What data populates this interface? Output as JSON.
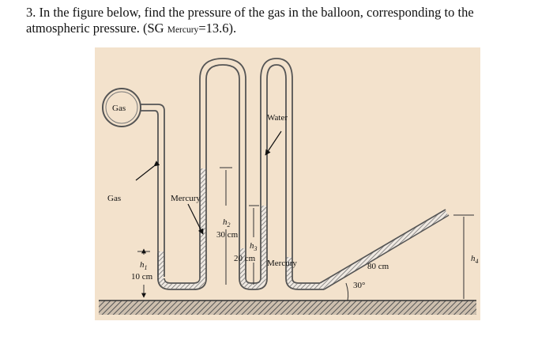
{
  "question": {
    "number": "3.",
    "text": "In the figure below, find the pressure of the gas in the balloon, corresponding to the atmospheric pressure. (SG",
    "sub": "Mercury",
    "tail": "=13.6)."
  },
  "figure": {
    "labels": {
      "gas_balloon": "Gas",
      "gas_arrow": "Gas",
      "mercury_left": "Mercury",
      "water": "Water",
      "mercury_right": "Mercury",
      "h1": "h",
      "h1_sub": "1",
      "h1_value": "10 cm",
      "h2": "h",
      "h2_sub": "2",
      "h2_value": "30 cm",
      "h3": "h",
      "h3_sub": "3",
      "h3_value": "20 cm",
      "incline_length": "80 cm",
      "angle": "30°",
      "h4": "h",
      "h4_sub": "4"
    },
    "colors": {
      "background": "#f3e2cc",
      "tube": "#555555",
      "mercury_hatch": "#777777"
    }
  }
}
